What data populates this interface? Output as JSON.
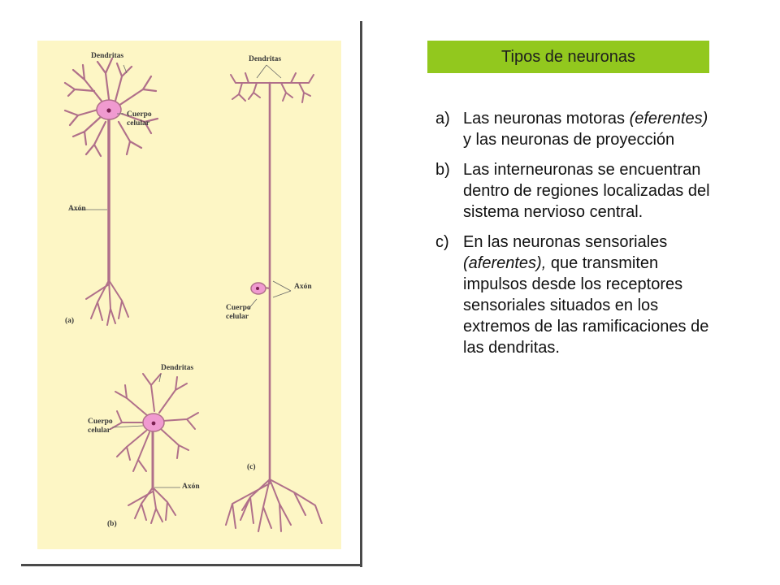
{
  "banner": {
    "title": "Tipos de neuronas"
  },
  "items": [
    {
      "marker": "a)",
      "parts": [
        "Las neuronas motoras ",
        "(eferentes)",
        " y las neuronas de proyección"
      ]
    },
    {
      "marker": "b)",
      "parts": [
        "Las interneuronas se encuentran dentro de regiones localizadas del sistema nervioso central."
      ]
    },
    {
      "marker": "c)",
      "parts": [
        "En las neuronas sensoriales ",
        "(aferentes),",
        " que transmiten impulsos desde los receptores sensoriales situados en los extremos de las ramificaciones de las dendritas."
      ]
    }
  ],
  "figure": {
    "labels": {
      "a_dendritas": "Dendritas",
      "a_cuerpo": "Cuerpo\ncelular",
      "a_axon": "Axón",
      "a_tag": "(a)",
      "b_dendritas": "Dendritas",
      "b_cuerpo": "Cuerpo\ncelular",
      "b_axon": "Axón",
      "b_tag": "(b)",
      "c_dendritas": "Dendritas",
      "c_axon": "Axón",
      "c_cuerpo": "Cuerpo\ncelular",
      "c_tag": "(c)"
    },
    "colors": {
      "background": "#fdf6c5",
      "neuron": "#b0708a",
      "soma": "#f09ad0",
      "nucleus": "#7a2050",
      "leader": "#666666"
    }
  }
}
